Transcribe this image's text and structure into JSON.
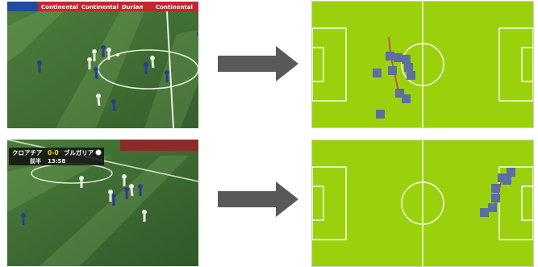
{
  "colors": {
    "pitch": "#9bd10c",
    "pitch_lines": "#ffffff",
    "player_marker": "#5b6fa3",
    "link_line": "#d8332a",
    "arrow": "#595959"
  },
  "top_photo": {
    "ad_boards": [
      "Continental",
      "Continental",
      "Durian",
      "Continental"
    ]
  },
  "bottom_photo": {
    "scoreboard": {
      "team_home": "クロアチア",
      "score": "0-0",
      "team_away": "ブルガリア",
      "period": "前半",
      "clock": "13:58"
    }
  }
}
